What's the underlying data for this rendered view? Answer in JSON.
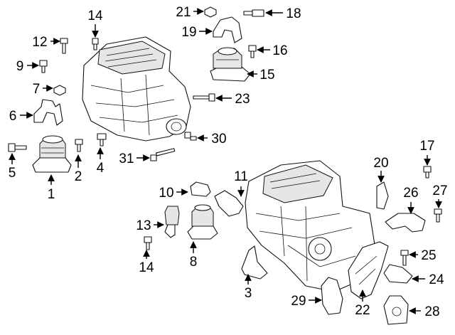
{
  "callouts": {
    "c1": "1",
    "c2": "2",
    "c3": "3",
    "c4": "4",
    "c5": "5",
    "c6": "6",
    "c7": "7",
    "c8": "8",
    "c9": "9",
    "c10": "10",
    "c11": "11",
    "c12": "12",
    "c13": "13",
    "c14a": "14",
    "c14b": "14",
    "c15": "15",
    "c16": "16",
    "c17": "17",
    "c18": "18",
    "c19": "19",
    "c20": "20",
    "c21": "21",
    "c22": "22",
    "c23": "23",
    "c24": "24",
    "c25": "25",
    "c26": "26",
    "c27": "27",
    "c28": "28",
    "c29": "29",
    "c30": "30",
    "c31": "31"
  }
}
